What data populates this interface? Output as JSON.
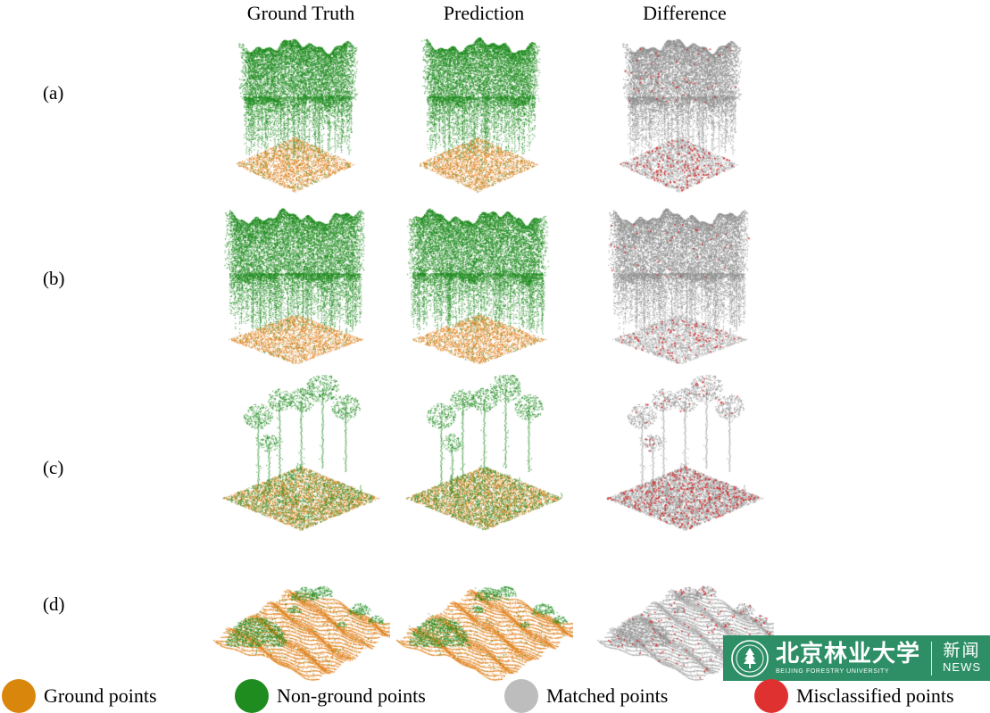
{
  "figure": {
    "column_headers": [
      "Ground Truth",
      "Prediction",
      "Difference"
    ],
    "row_labels": [
      "(a)",
      "(b)",
      "(c)",
      "(d)"
    ]
  },
  "legend": [
    {
      "label": "Ground points",
      "color": "#D9860D"
    },
    {
      "label": "Non-ground points",
      "color": "#1E8C1E"
    },
    {
      "label": "Matched points",
      "color": "#BDBDBD"
    },
    {
      "label": "Misclassified points",
      "color": "#E03131"
    }
  ],
  "colors": {
    "ground": "#E0821E",
    "vegetation": "#1F8B1F",
    "matched": "#8F8F8F",
    "matched_ground": "#A8A8A8",
    "misclassified": "#D62B2B"
  },
  "watermark": {
    "university_cn": "北京林业大学",
    "university_en": "BEIJING FORESTRY UNIVERSITY",
    "news_cn": "新闻",
    "news_en": "NEWS",
    "background": "#2E8F66"
  }
}
